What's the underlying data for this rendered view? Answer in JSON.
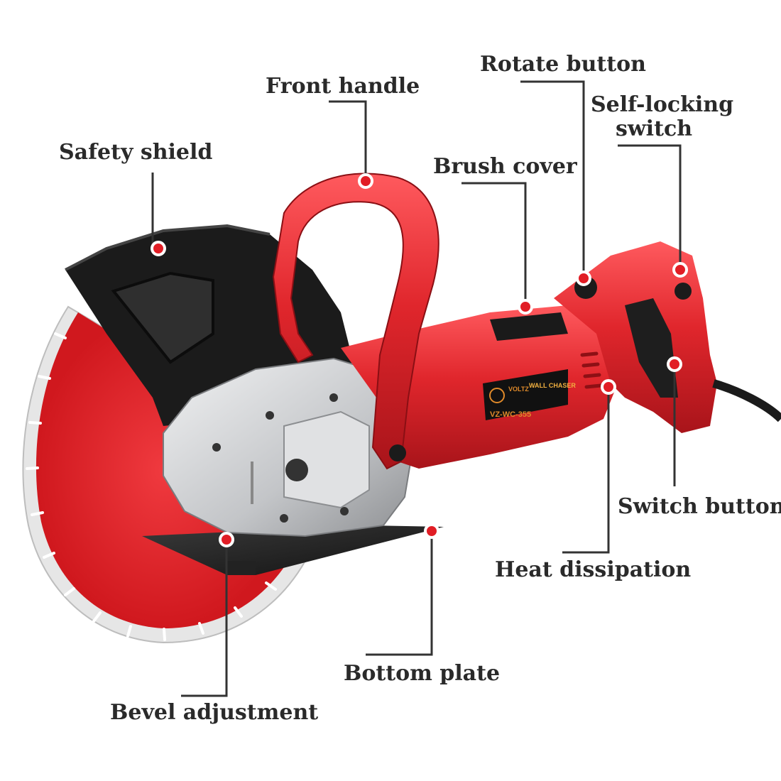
{
  "labels": {
    "safety_shield": "Safety shield",
    "front_handle": "Front handle",
    "rotate_button": "Rotate button",
    "self_locking_switch_line1": "Self-locking",
    "self_locking_switch_line2": "switch",
    "brush_cover": "Brush cover",
    "switch_button": "Switch button",
    "heat_dissipation": "Heat dissipation",
    "bottom_plate": "Bottom plate",
    "bevel_adjustment": "Bevel adjustment"
  },
  "nameplate": {
    "brand": "VOLTZ",
    "title": "WALL CHASER",
    "model": "VZ-WC-355"
  },
  "colors": {
    "body_red": "#e0262c",
    "dark_red": "#a8141a",
    "blade_red": "#e4242a",
    "shield_black": "#1b1b1b",
    "metal_gray": "#c9cbcd",
    "leader_line": "#333333",
    "marker_red": "#e11d25"
  }
}
